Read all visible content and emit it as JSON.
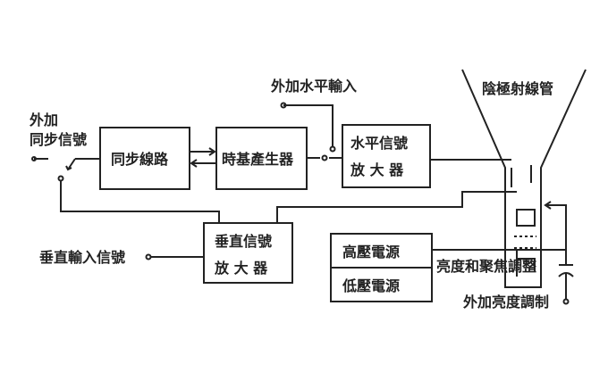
{
  "labels": {
    "crt": "陰極射線管",
    "ext_horizontal_input": "外加水平輸入",
    "ext_sync_line1": "外加",
    "ext_sync_line2": "同步信號",
    "sync_circuit": "同步線路",
    "timebase": "時基產生器",
    "h_amp_line1": "水平信號",
    "h_amp_line2": "放 大 器",
    "v_amp_line1": "垂直信號",
    "v_amp_line2": "放 大 器",
    "v_input": "垂直輸入信號",
    "hv_supply": "高壓電源",
    "lv_supply": "低壓電源",
    "brightness_focus": "亮度和聚焦調整",
    "ext_brightness_mod": "外加亮度調制"
  }
}
